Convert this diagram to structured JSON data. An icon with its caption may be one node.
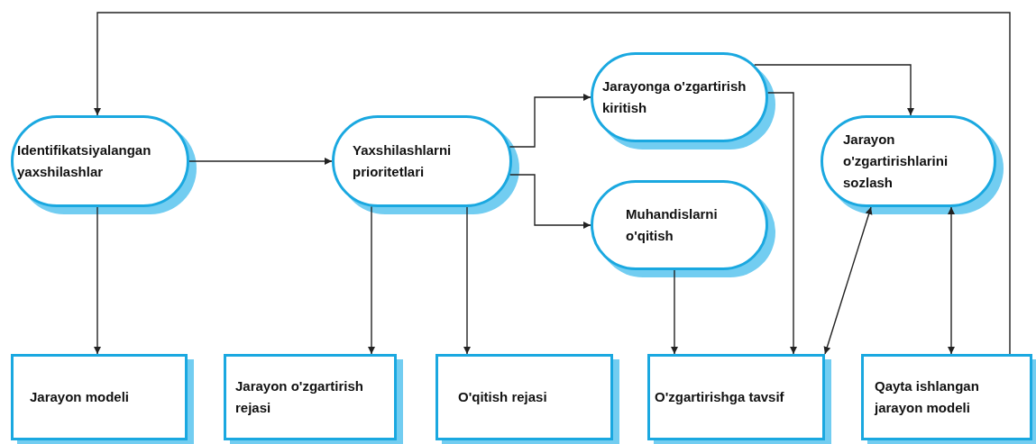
{
  "diagram": {
    "nodes": [
      {
        "text": [
          "Identifikatsiyalangan yaxshilashlar"
        ]
      },
      {
        "text": [
          "Yaxshilashlarni prioritetlari"
        ]
      },
      {
        "text": [
          "Jarayonga o'zgartirish kiritish"
        ]
      },
      {
        "text": [
          "Muhandislarni o'qitish"
        ]
      },
      {
        "text": [
          "Jarayon o'zgartirishlarini sozlash"
        ]
      },
      {
        "text": [
          "Jarayon modeli"
        ]
      },
      {
        "text": [
          "Jarayon o'zgartirish rejasi"
        ]
      },
      {
        "text": [
          "O'qitish rejasi"
        ]
      },
      {
        "text": [
          "O'zgartirishga tavsif"
        ]
      },
      {
        "text": [
          "Qayta ishlangan jarayon modeli"
        ]
      }
    ],
    "edges": [
      {
        "from": 0,
        "to": 1,
        "arrow": "to"
      },
      {
        "from": 1,
        "to": 2,
        "arrow": "to"
      },
      {
        "from": 1,
        "to": 3,
        "arrow": "to"
      },
      {
        "from": 2,
        "to": 4,
        "arrow": "to"
      },
      {
        "from": 2,
        "to": 8,
        "arrow": "to"
      },
      {
        "from": 3,
        "to": 8,
        "arrow": "to"
      },
      {
        "from": 8,
        "to": 4,
        "arrow": "both"
      },
      {
        "from": 4,
        "to": 9,
        "arrow": "both"
      },
      {
        "from": 0,
        "to": 5,
        "arrow": "to"
      },
      {
        "from": 1,
        "to": 6,
        "arrow": "to"
      },
      {
        "from": 1,
        "to": 7,
        "arrow": "to"
      },
      {
        "from": 9,
        "to": 0,
        "arrow": "to"
      }
    ]
  }
}
